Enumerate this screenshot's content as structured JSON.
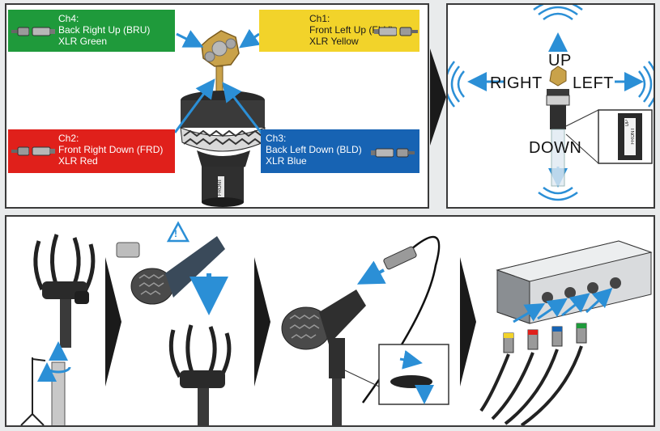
{
  "channels": {
    "ch4": {
      "title": "Ch4:",
      "desc": "Back Right Up (BRU)",
      "cable": "XLR Green",
      "color": "#1f9a3b"
    },
    "ch1": {
      "title": "Ch1:",
      "desc": "Front Left Up (FLU)",
      "cable": "XLR Yellow",
      "color": "#f2d32a"
    },
    "ch2": {
      "title": "Ch2:",
      "desc": "Front Right Down (FRD)",
      "cable": "XLR Red",
      "color": "#e0201b"
    },
    "ch3": {
      "title": "Ch3:",
      "desc": "Back Left Down (BLD)",
      "cable": "XLR Blue",
      "color": "#1763b3"
    }
  },
  "directions": {
    "up": "UP",
    "down": "DOWN",
    "right": "RIGHT",
    "left": "LEFT"
  },
  "detail_labels": {
    "up": "UP",
    "front": "FRONT"
  },
  "mic_body_label": "FRONT",
  "warning_symbol": "!",
  "colors": {
    "arrow": "#2b8fd6",
    "panel_border": "#3a3a3a",
    "background": "#e9ebec"
  }
}
